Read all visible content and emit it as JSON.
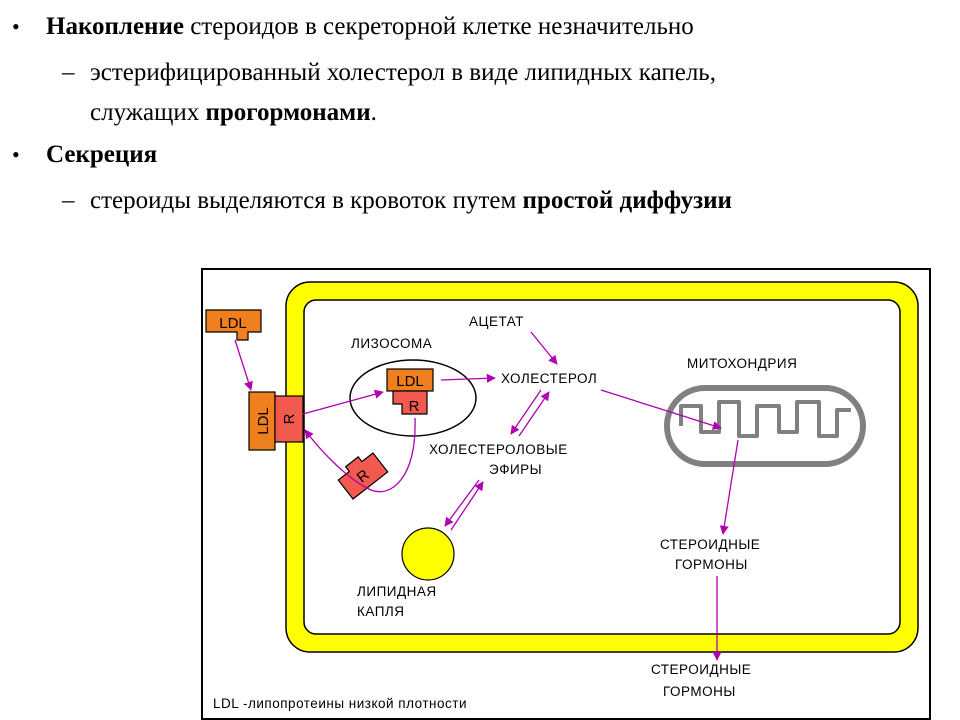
{
  "bullets": [
    {
      "marker": "•",
      "bold": "Накопление",
      "text": " стероидов в секреторной клетке незначительно",
      "sub": {
        "dash": "–",
        "line1": "эстерифицированный холестерол в виде липидных капель,",
        "line2_pre": "служащих ",
        "line2_bold": "прогормонами",
        "line2_post": "."
      }
    },
    {
      "marker": "•",
      "bold": "Секреция",
      "sub": {
        "dash": "–",
        "pre": "стероиды выделяются в кровоток путем ",
        "bold": "простой диффузии"
      }
    }
  ],
  "diagram": {
    "ldl_outside": "LDL",
    "receptor_ldl": "LDL",
    "receptor_r": "R",
    "lysosome_label": "ЛИЗОСОМА",
    "lysosome_ldl": "LDL",
    "lysosome_r": "R",
    "free_receptor": "R",
    "acetate": "АЦЕТАТ",
    "cholesterol": "ХОЛЕСТЕРОЛ",
    "esters_line1": "ХОЛЕСТЕРОЛОВЫЕ",
    "esters_line2": "ЭФИРЫ",
    "droplet_line1": "ЛИПИДНАЯ",
    "droplet_line2": "КАПЛЯ",
    "mito_label": "МИТОХОНДРИЯ",
    "hormones_in_line1": "СТЕРОИДНЫЕ",
    "hormones_in_line2": "ГОРМОНЫ",
    "hormones_out_line1": "СТЕРОИДНЫЕ",
    "hormones_out_line2": "ГОРМОНЫ",
    "legend": "LDL -липопротеины низкой плотности",
    "colors": {
      "membrane": "#ffff00",
      "ldl": "#f07f1e",
      "receptor": "#f25a50",
      "arrow": "#b000b0",
      "mito": "#808080",
      "droplet": "#ffff00"
    }
  }
}
